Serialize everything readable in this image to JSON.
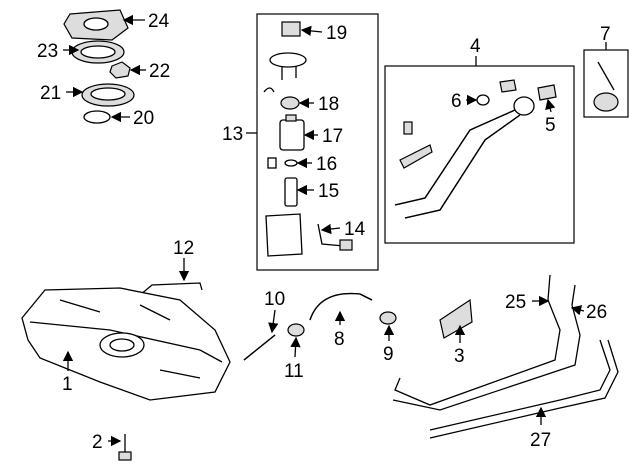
{
  "diagram": {
    "callouts": {
      "c1": "1",
      "c2": "2",
      "c3": "3",
      "c4": "4",
      "c5": "5",
      "c6": "6",
      "c7": "7",
      "c8": "8",
      "c9": "9",
      "c10": "10",
      "c11": "11",
      "c12": "12",
      "c13": "13",
      "c14": "14",
      "c15": "15",
      "c16": "16",
      "c17": "17",
      "c18": "18",
      "c19": "19",
      "c20": "20",
      "c21": "21",
      "c22": "22",
      "c23": "23",
      "c24": "24",
      "c25": "25",
      "c26": "26",
      "c27": "27"
    }
  }
}
